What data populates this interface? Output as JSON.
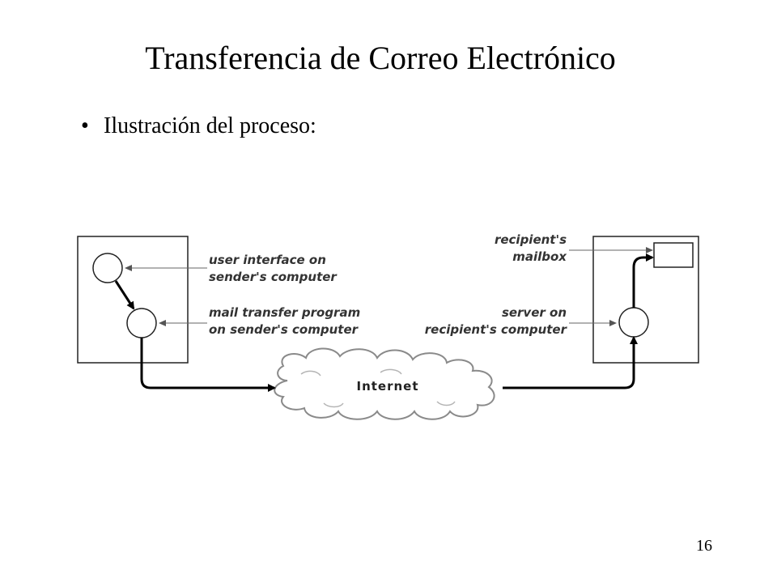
{
  "slide": {
    "title": "Transferencia de Correo Electrónico",
    "bullet": "Ilustración del proceso:",
    "page_number": "16"
  },
  "diagram": {
    "labels": {
      "ui_line1": "user interface on",
      "ui_line2": "sender's computer",
      "mtp_line1": "mail transfer program",
      "mtp_line2": "on sender's computer",
      "mailbox_line1": "recipient's",
      "mailbox_line2": "mailbox",
      "server_line1": "server on",
      "server_line2": "recipient's computer",
      "internet": "Internet"
    }
  }
}
